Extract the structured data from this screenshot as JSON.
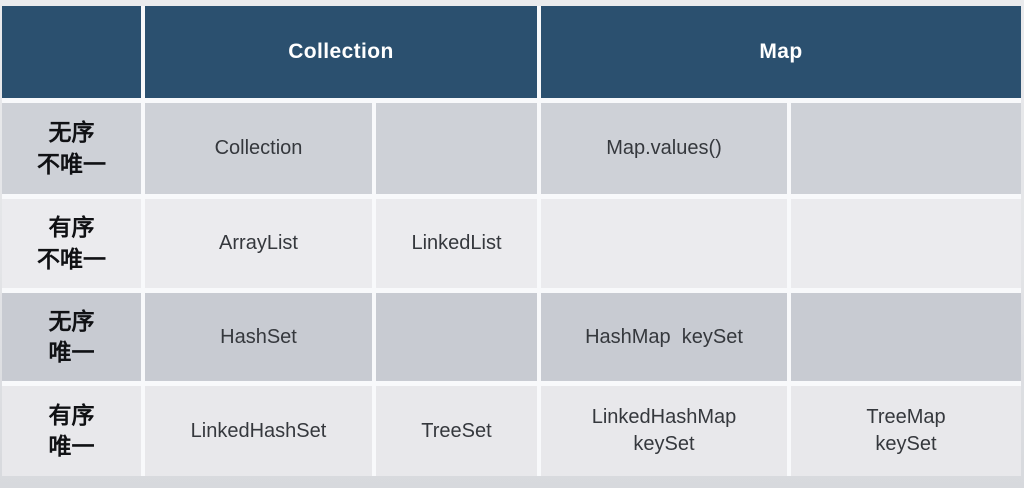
{
  "table": {
    "header": {
      "corner": "",
      "groups": [
        {
          "label": "Collection"
        },
        {
          "label": "Map"
        }
      ]
    },
    "rows": [
      {
        "label": "无序\n不唯一",
        "cells": [
          "Collection",
          "",
          "Map.values()",
          ""
        ]
      },
      {
        "label": "有序\n不唯一",
        "cells": [
          "ArrayList",
          "LinkedList",
          "",
          ""
        ]
      },
      {
        "label": "无序\n唯一",
        "cells": [
          "HashSet",
          "",
          "HashMap  keySet",
          ""
        ]
      },
      {
        "label": "有序\n唯一",
        "cells": [
          "LinkedHashSet",
          "TreeSet",
          "LinkedHashMap\nkeySet",
          "TreeMap\nkeySet"
        ]
      }
    ],
    "colors": {
      "header_bg": "#2b506f",
      "header_text": "#ffffff",
      "gridline": "#f8f9fb",
      "row1_bg": "#ced1d7",
      "row2_bg": "#ebebee",
      "row3_bg": "#c8cbd2",
      "row4_bg": "#e8e8eb",
      "cell_text": "#35383d",
      "row_label_text": "#101114"
    }
  }
}
